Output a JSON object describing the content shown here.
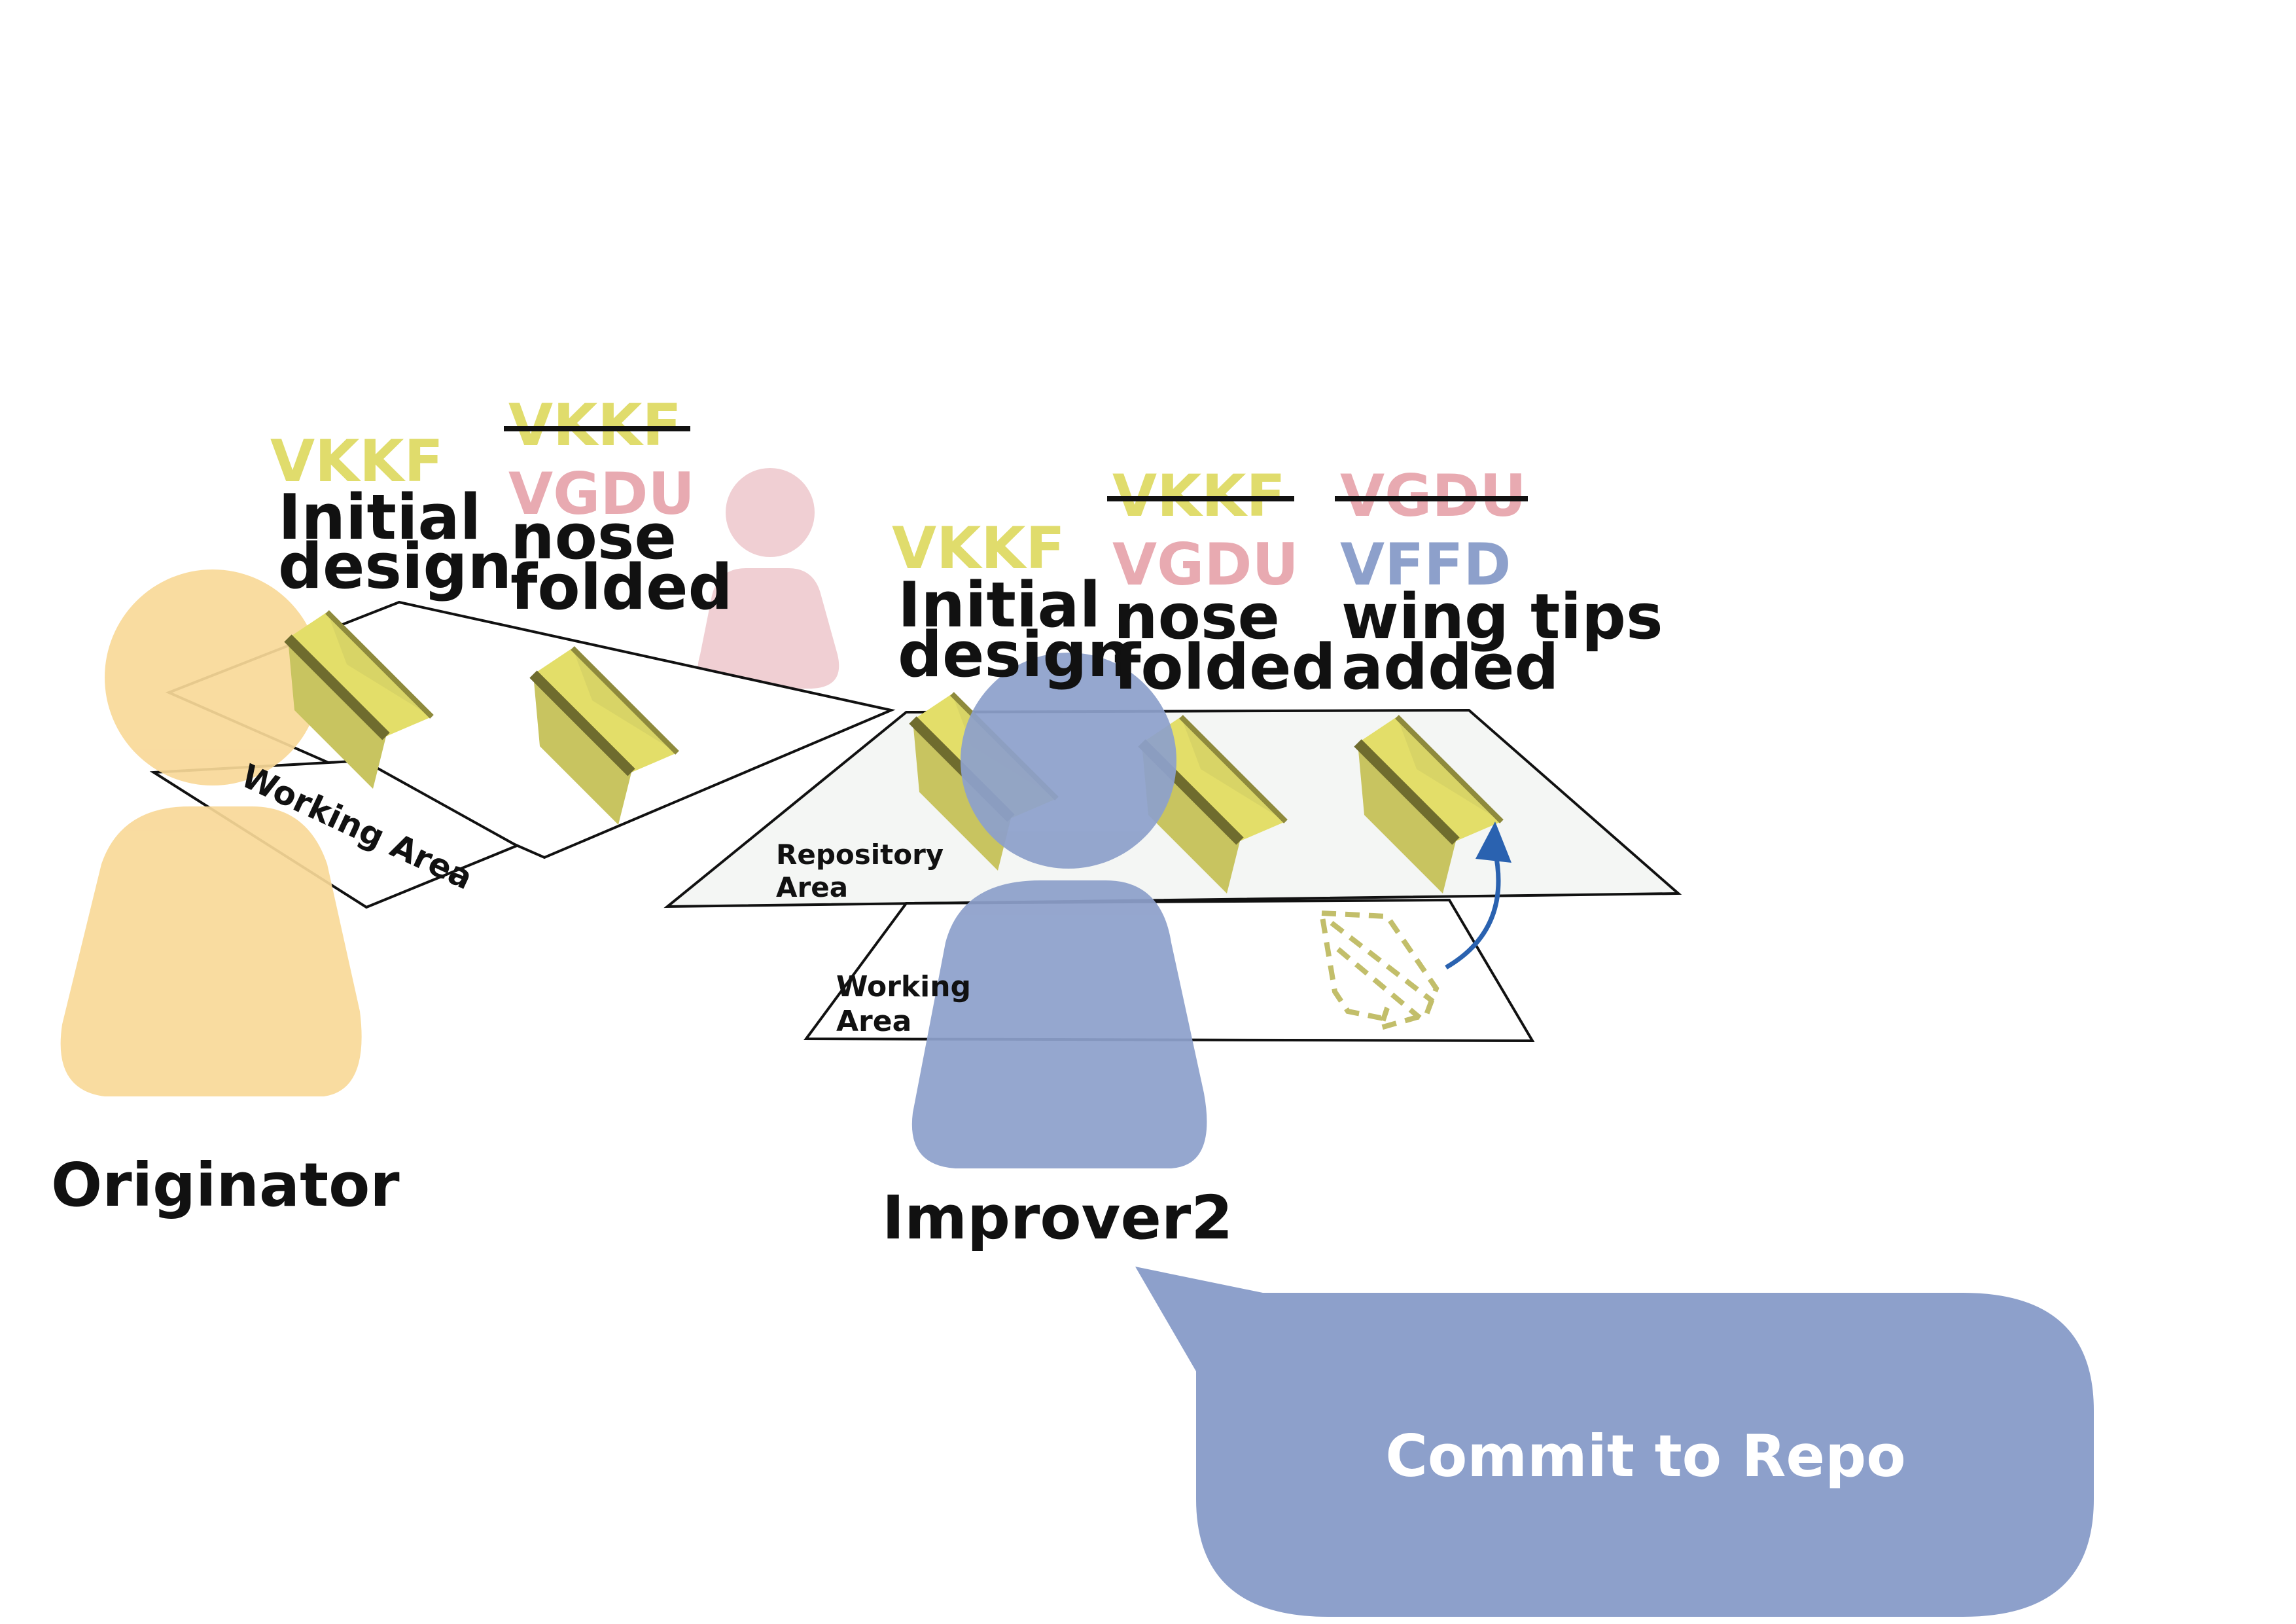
{
  "colors": {
    "originator": "#f9d998",
    "improver1": "#f0cfd3",
    "improver2": "#8da0cb",
    "commit_yellow": "#e0dc6c",
    "commit_pink": "#e8aab1",
    "commit_blue": "#8da0cb",
    "plane": "#e3de69",
    "arrow": "#2a62b0"
  },
  "people": {
    "originator": {
      "name": "Originator"
    },
    "improver2": {
      "name": "Improver2"
    }
  },
  "originator_area": {
    "working_area_label": "Working Area",
    "commits": [
      {
        "id": "VKKF",
        "message": [
          "Initial",
          "design"
        ]
      },
      {
        "id_struck": "VKKF",
        "id": "VGDU",
        "message": [
          "nose",
          "folded"
        ]
      }
    ]
  },
  "improver2_area": {
    "repository_area_label": [
      "Repository",
      "Area"
    ],
    "working_area_label": [
      "Working",
      "Area"
    ],
    "commits": [
      {
        "id": "VKKF",
        "message": [
          "Initial",
          "design"
        ]
      },
      {
        "id_struck": "VKKF",
        "id": "VGDU",
        "message": [
          "nose",
          "folded"
        ]
      },
      {
        "id_struck": "VGDU",
        "id": "VFFD",
        "message": [
          "wing tips",
          "added"
        ]
      }
    ]
  },
  "speech_bubble": {
    "text": "Commit to Repo"
  }
}
